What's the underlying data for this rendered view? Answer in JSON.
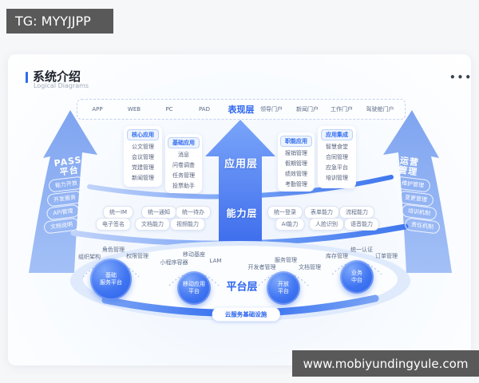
{
  "colors": {
    "accent_blue": "#2f6bf0",
    "arrow_side_blue": "#8aacf2",
    "banner_gray": "#595959",
    "small_text_gray": "#5d6b87"
  },
  "overlays": {
    "tg_banner": "TG: MYYJJPP",
    "url_banner": "www.mobiyundingyule.com"
  },
  "header": {
    "title": "系统介绍",
    "subtitle": "Logical Diagrams",
    "menu_dots": "•••"
  },
  "presentation_layer": {
    "label": "表现层",
    "items_left": [
      "APP",
      "WEB",
      "PC",
      "PAD"
    ],
    "items_right": [
      "领导门户",
      "新闻门户",
      "工作门户",
      "驾驶舱门户"
    ]
  },
  "left_arrow": {
    "title_line1": "PASS",
    "title_line2": "平台",
    "pills": [
      "能力开放",
      "开发服务",
      "API管理",
      "文档说明"
    ]
  },
  "right_arrow": {
    "title_line1": "运营",
    "title_line2": "管理",
    "pills": [
      "维护管理",
      "变更管理",
      "培训机制",
      "责任机制"
    ]
  },
  "application_layer": {
    "label": "应用层",
    "columns": [
      {
        "header": "核心应用",
        "items": [
          "公文管理",
          "会议管理",
          "党建管理",
          "新闻管理"
        ]
      },
      {
        "header": "基础应用",
        "items": [
          "消息",
          "问卷调查",
          "任务管理",
          "投票助手"
        ]
      },
      {
        "header": "职能应用",
        "items": [
          "报销管理",
          "假期管理",
          "绩效管理",
          "考勤管理"
        ]
      },
      {
        "header": "应用集成",
        "items": [
          "智慧食堂",
          "合同管理",
          "应急平台",
          "培训管理"
        ]
      }
    ]
  },
  "capability_layer": {
    "label": "能力层",
    "pills_left": [
      "统一IM",
      "统一通知",
      "统一待办",
      "电子签名",
      "文档能力",
      "视频能力"
    ],
    "pills_right": [
      "统一登录",
      "表单能力",
      "流程能力",
      "AI能力",
      "人脸识别",
      "语音能力"
    ]
  },
  "platform_layer": {
    "label": "平台层",
    "platforms": [
      {
        "name_line1": "基础",
        "name_line2": "服务平台",
        "tag_left": "组织架构",
        "tag_top": "角色管理",
        "tag_right": "权限管理"
      },
      {
        "name_line1": "移动应用",
        "name_line2": "平台",
        "tag_left": "小程序容器",
        "tag_top": "移动基座",
        "tag_right": "LAM"
      },
      {
        "name_line1": "开放",
        "name_line2": "平台",
        "tag_left": "开发者管理",
        "tag_top": "服务管理",
        "tag_right": "文档管理"
      },
      {
        "name_line1": "业务",
        "name_line2": "中台",
        "tag_left": "库存管理",
        "tag_top": "统一认证",
        "tag_right": "订单管理"
      }
    ],
    "infrastructure_label": "云服务基础设施"
  }
}
